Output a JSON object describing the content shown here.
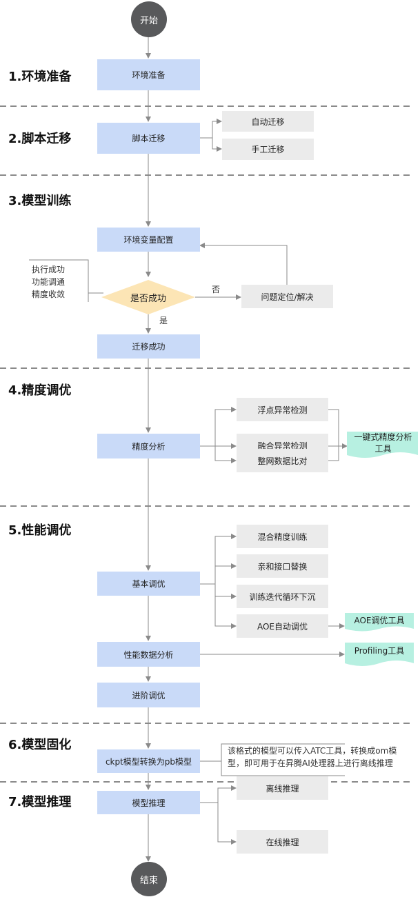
{
  "start": "开始",
  "end": "结束",
  "stages": [
    "1.环境准备",
    "2.脚本迁移",
    "3.模型训练",
    "4.精度调优",
    "5.性能调优",
    "6.模型固化",
    "7.模型推理"
  ],
  "nodes": {
    "env_prepare": "环境准备",
    "script_migration": "脚本迁移",
    "auto_migration": "自动迁移",
    "manual_migration": "手工迁移",
    "env_var_config": "环境变量配置",
    "is_success": "是否成功",
    "problem_locate": "问题定位/解决",
    "migration_success": "迁移成功",
    "accuracy_analysis": "精度分析",
    "float_anomaly": "浮点异常检测",
    "fusion_anomaly": "融合异常检测",
    "whole_net_compare": "整网数据比对",
    "accuracy_tool": "一键式精度分析工具",
    "basic_tuning": "基本调优",
    "mixed_precision": "混合精度训练",
    "affinity_api": "亲和接口替换",
    "loop_sink": "训练迭代循环下沉",
    "aoe_auto": "AOE自动调优",
    "aoe_tool": "AOE调优工具",
    "perf_analysis": "性能数据分析",
    "profiling_tool": "Profiling工具",
    "advanced_tuning": "进阶调优",
    "ckpt_to_pb": "ckpt模型转换为pb模型",
    "model_inference": "模型推理",
    "offline_inference": "离线推理",
    "online_inference": "在线推理"
  },
  "success_note": [
    "执行成功",
    "功能调通",
    "精度收敛"
  ],
  "yes_label": "是",
  "no_label": "否",
  "pb_note": [
    "该格式的模型可以传入ATC工具，转换成om模",
    "型，即可用于在昇腾AI处理器上进行离线推理"
  ],
  "colors": {
    "process_fill": "#c9daf8",
    "sub_fill": "#ebebeb",
    "decision_fill": "#fce5b5",
    "tool_fill": "#b7f0e1",
    "terminal_fill": "#58595b",
    "line": "#8a8a8a",
    "separator": "#8a8a8a"
  }
}
